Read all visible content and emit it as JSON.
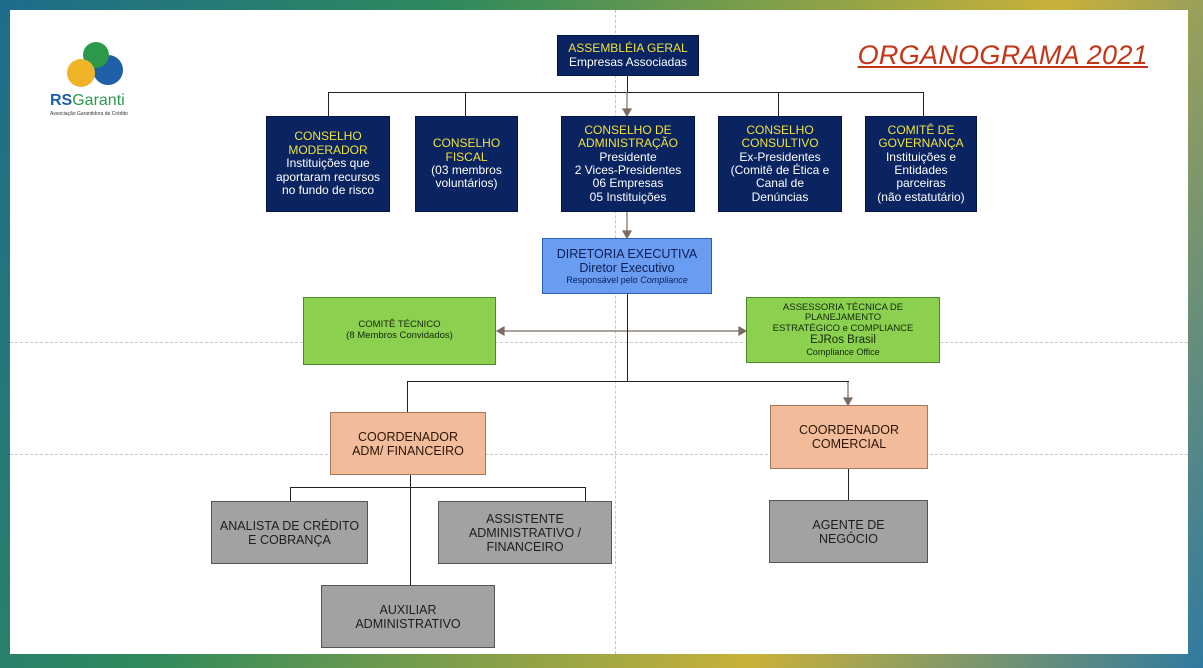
{
  "title": "ORGANOGRAMA 2021",
  "logo": {
    "name_prefix": "RS",
    "name_suffix": "Garanti",
    "tagline": "Associação Garantidora de Crédito",
    "colors": [
      "#1e5fa8",
      "#2c9a4a",
      "#f0b428"
    ]
  },
  "nodes": {
    "assembleia": {
      "title": "ASSEMBLÉIA GERAL",
      "lines": [
        "Empresas Associadas"
      ]
    },
    "moderador": {
      "title": [
        "CONSELHO",
        "MODERADOR"
      ],
      "lines": [
        "Instituições que",
        "aportaram recursos",
        "no fundo de risco"
      ]
    },
    "fiscal": {
      "title": [
        "CONSELHO",
        "FISCAL"
      ],
      "lines": [
        "(03 membros",
        "voluntários)"
      ]
    },
    "administracao": {
      "title": [
        "CONSELHO DE",
        "ADMINISTRAÇÃO"
      ],
      "lines": [
        "Presidente",
        "2 Vices-Presidentes",
        "06 Empresas",
        "05 Instituições"
      ]
    },
    "consultivo": {
      "title": [
        "CONSELHO",
        "CONSULTIVO"
      ],
      "lines": [
        "Ex-Presidentes",
        "(Comitê de Ética e",
        "Canal de",
        "Denúncias"
      ]
    },
    "governanca": {
      "title": [
        "COMITÊ DE",
        "GOVERNANÇA"
      ],
      "lines": [
        "Instituições e",
        "Entidades",
        "parceiras",
        "(não estatutário)"
      ]
    },
    "diretoria": {
      "title": "DIRETORIA EXECUTIVA",
      "line": "Diretor Executivo",
      "note_prefix": "Responsável pelo ",
      "note_italic": "Compliance"
    },
    "comite_tecnico": {
      "lines": [
        "COMITÊ TÉCNICO",
        "(8 Membros Convidados)"
      ]
    },
    "assessoria": {
      "lines": [
        "ASSESSORIA TÉCNICA DE",
        "PLANEJAMENTO",
        "ESTRATÉGICO e COMPLIANCE"
      ],
      "company": "EJRos Brasil",
      "office": "Compliance Office"
    },
    "coord_adm": {
      "lines": [
        "COORDENADOR",
        "ADM/ FINANCEIRO"
      ]
    },
    "coord_comercial": {
      "lines": [
        "COORDENADOR",
        "COMERCIAL"
      ]
    },
    "analista": {
      "lines": [
        "ANALISTA DE CRÉDITO",
        "E COBRANÇA"
      ]
    },
    "assistente": {
      "lines": [
        "ASSISTENTE",
        "ADMINISTRATIVO /",
        "FINANCEIRO"
      ]
    },
    "auxiliar": {
      "lines": [
        "AUXILIAR",
        "ADMINISTRATIVO"
      ]
    },
    "agente": {
      "lines": [
        "AGENTE DE",
        "NEGÓCIO"
      ]
    }
  },
  "colors": {
    "council": "#0a2461",
    "council_title": "#f2e23b",
    "directorate": "#6a9df2",
    "advisory": "#8bd04f",
    "coordinator": "#f2bc9a",
    "staff": "#a2a2a2",
    "title": "#c43417",
    "arrow": "#7a6a62"
  }
}
